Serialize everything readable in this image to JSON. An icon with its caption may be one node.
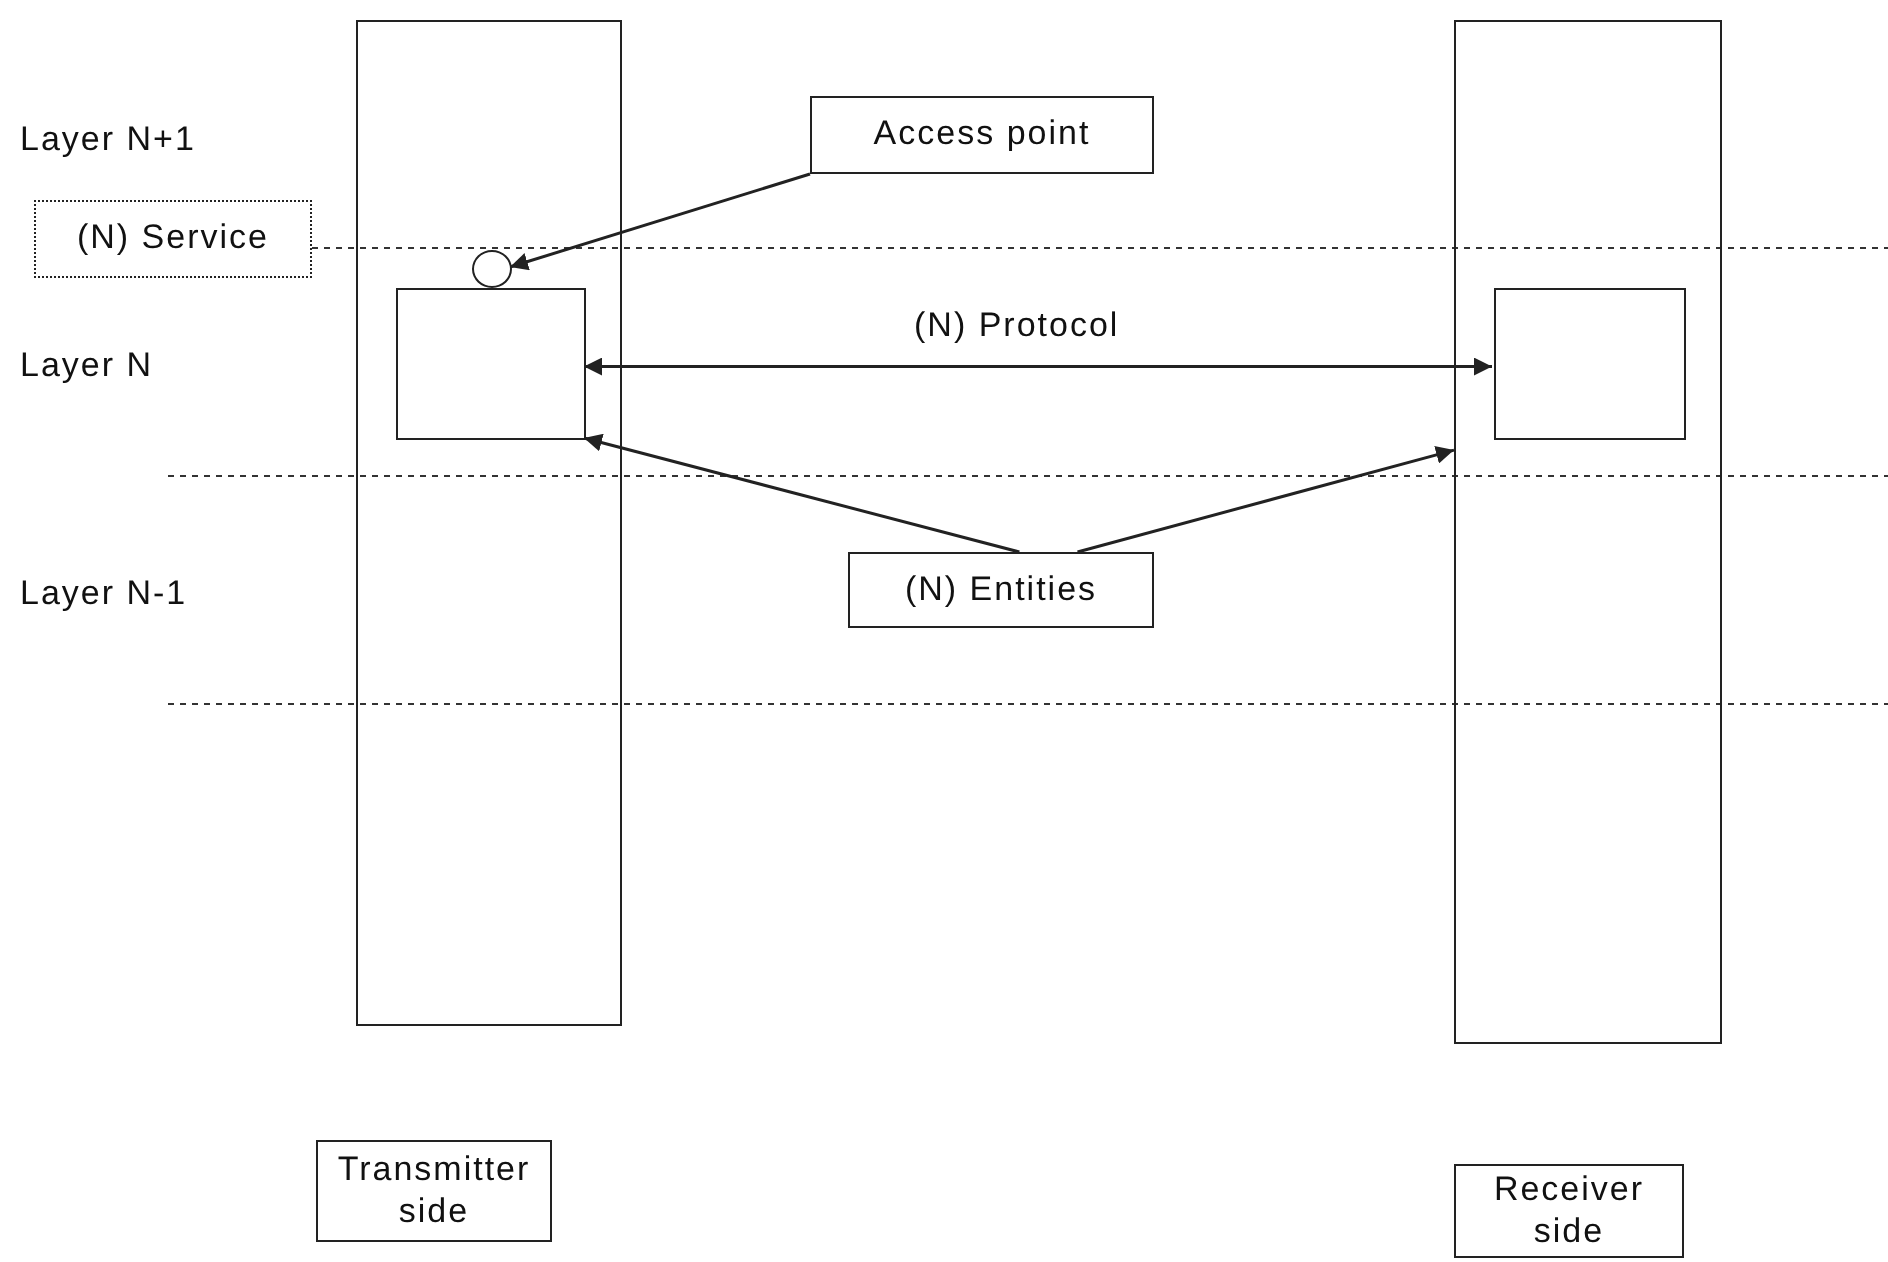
{
  "diagram": {
    "nodes": [
      {
        "text": [],
        "shape": "box"
      },
      {
        "text": [],
        "shape": "box"
      },
      {
        "text": [],
        "shape": "box",
        "in": 0
      },
      {
        "text": [],
        "shape": "box",
        "in": 1
      },
      {
        "text": [],
        "shape": "circle",
        "in": 0
      },
      {
        "text": [
          "Access point"
        ]
      },
      {
        "text": [
          "(N) Entities"
        ]
      },
      {
        "text": [
          "Transmitter side"
        ]
      },
      {
        "text": [
          "Receiver side"
        ]
      },
      {
        "text": [
          "(N) Service"
        ]
      }
    ],
    "edges": [
      {
        "from": 2,
        "to": 3,
        "arrow": "both",
        "label": "(N) Protocol"
      },
      {
        "from": 5,
        "to": 4,
        "arrow": "to"
      },
      {
        "from": 6,
        "to": 2,
        "arrow": "to"
      },
      {
        "from": 6,
        "to": 1,
        "arrow": "to"
      }
    ],
    "labels": [
      "Layer N+1",
      "Layer N",
      "Layer N-1"
    ]
  }
}
